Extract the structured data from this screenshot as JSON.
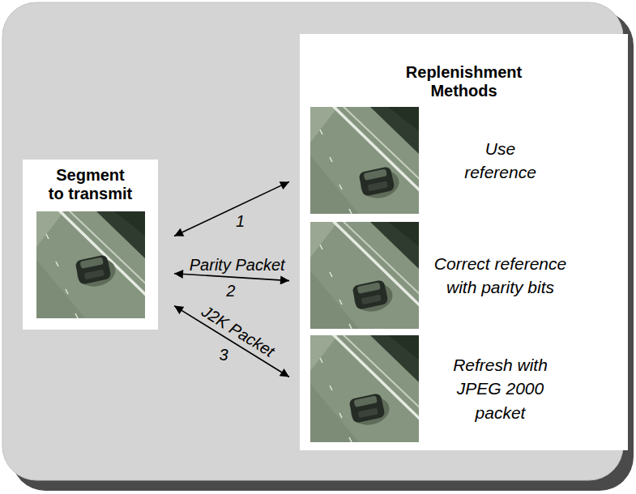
{
  "diagram": {
    "nodes": [
      {
        "text": [
          "Segment to transmit"
        ]
      },
      {
        "text": [
          "Replenishment Methods"
        ]
      },
      {
        "text": [
          "Use reference"
        ],
        "in": 1
      },
      {
        "text": [
          "Correct reference with parity bits"
        ],
        "in": 1
      },
      {
        "text": [
          "Refresh with JPEG 2000 packet"
        ],
        "in": 1
      }
    ],
    "edges": [
      {
        "from": 0,
        "to": 2,
        "arrow": "both"
      },
      {
        "from": 0,
        "to": 3,
        "arrow": "both",
        "label": "Parity Packet"
      },
      {
        "from": 0,
        "to": 4,
        "arrow": "both",
        "label": "J2K Packet"
      }
    ],
    "labels": [
      "1",
      "2",
      "3"
    ]
  }
}
